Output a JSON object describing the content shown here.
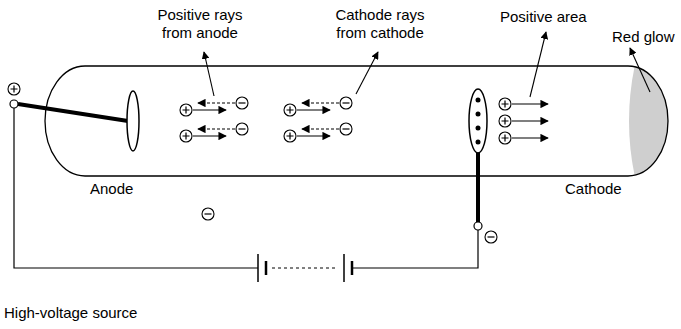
{
  "diagram": {
    "labels": [
      "Positive rays from anode",
      "Cathode rays from cathode",
      "Positive area",
      "Red glow",
      "Anode",
      "Cathode",
      "High-voltage source"
    ]
  }
}
